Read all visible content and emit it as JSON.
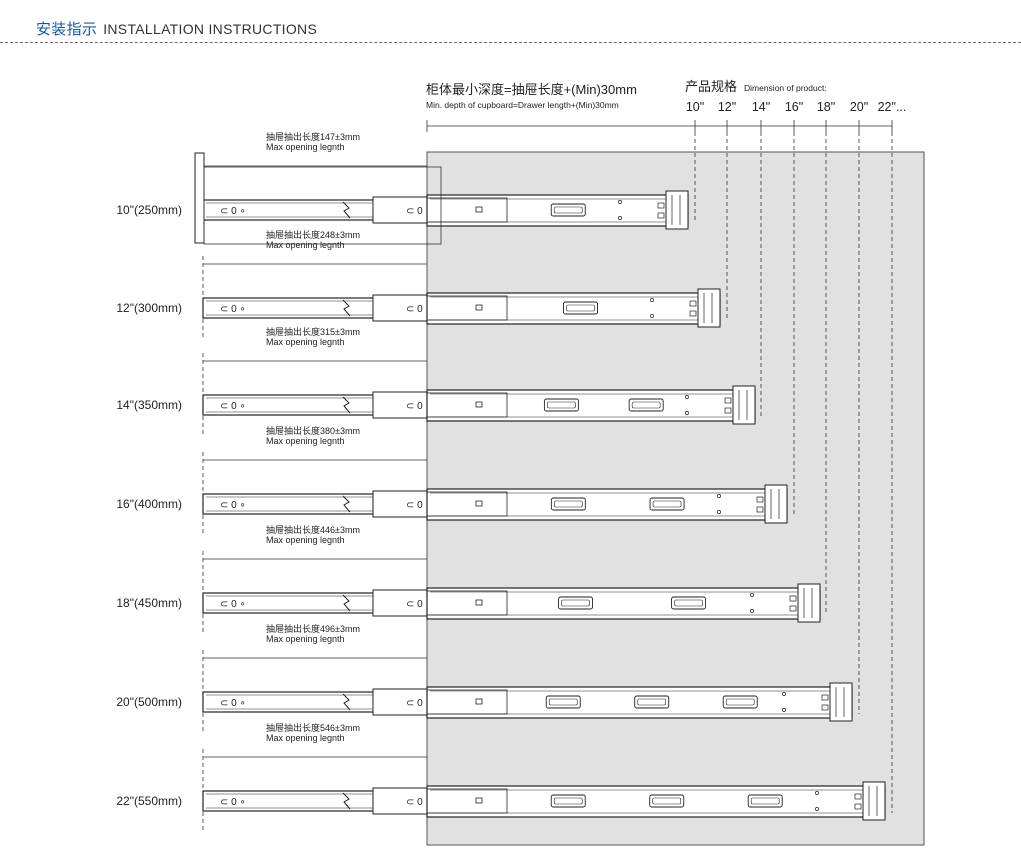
{
  "header": {
    "title_zh": "安装指示",
    "title_en": "INSTALLATION INSTRUCTIONS"
  },
  "cabinet": {
    "depth_label_zh": "柜体最小深度=抽屉长度+(Min)30mm",
    "depth_label_en": "Min. depth of cupboard=Drawer length+(Min)30mm"
  },
  "product": {
    "label_zh": "产品规格",
    "label_en": "Dimension of product:",
    "sizes": [
      "10\"",
      "12\"",
      "14\"",
      "16\"",
      "18\"",
      "20\"",
      "22\"..."
    ]
  },
  "rows": [
    {
      "size_label": "10\"(250mm)",
      "opening_zh": "抽屉抽出长度147±3mm",
      "opening_en": "Max opening legnth",
      "segments": 1
    },
    {
      "size_label": "12\"(300mm)",
      "opening_zh": "抽屉抽出长度248±3mm",
      "opening_en": "Max opening legnth",
      "segments": 1
    },
    {
      "size_label": "14\"(350mm)",
      "opening_zh": "抽屉抽出长度315±3mm",
      "opening_en": "Max opening legnth",
      "segments": 2
    },
    {
      "size_label": "16\"(400mm)",
      "opening_zh": "抽屉抽出长度380±3mm",
      "opening_en": "Max opening legnth",
      "segments": 2
    },
    {
      "size_label": "18\"(450mm)",
      "opening_zh": "抽屉抽出长度446±3mm",
      "opening_en": "Max opening legnth",
      "segments": 2
    },
    {
      "size_label": "20\"(500mm)",
      "opening_zh": "抽屉抽出长度496±3mm",
      "opening_en": "Max opening legnth",
      "segments": 3
    },
    {
      "size_label": "22\"(550mm)",
      "opening_zh": "抽屉抽出长度546±3mm",
      "opening_en": "Max opening legnth",
      "segments": 3
    }
  ]
}
